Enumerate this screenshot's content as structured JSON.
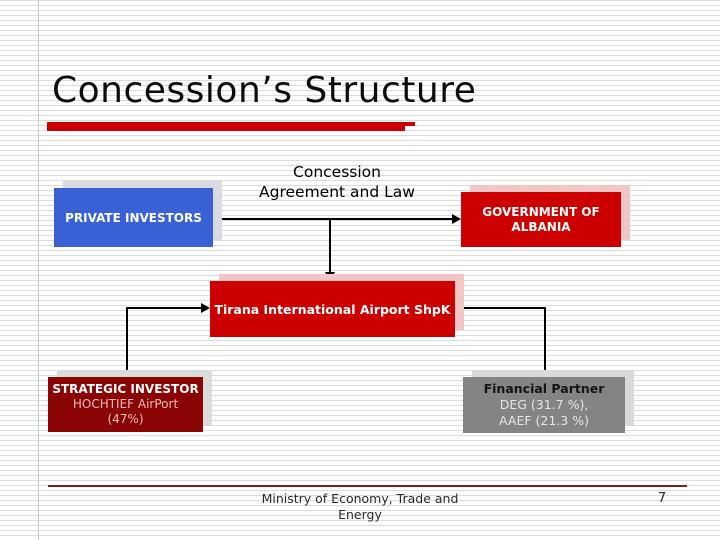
{
  "slide": {
    "title": "Concession’s Structure",
    "footer": "Ministry of Economy, Trade and Energy",
    "page_number": "7",
    "accent_color": "#cc0000",
    "background_rule_color": "#dcdcdc"
  },
  "diagram": {
    "agreement_label": {
      "line1": "Concession",
      "line2": "Agreement and Law"
    },
    "private_investors": {
      "label": "PRIVATE INVESTORS",
      "fill": "#3a60d6",
      "text_color": "#ffffff"
    },
    "government": {
      "line1": "GOVERNMENT OF",
      "line2": "ALBANIA",
      "fill": "#cc0000",
      "text_color": "#ffffff"
    },
    "airport_company": {
      "label": "Tirana International Airport ShpK",
      "fill": "#cc0000",
      "text_color": "#ffffff"
    },
    "strategic_investor": {
      "title": "STRATEGIC INVESTOR",
      "name": "HOCHTIEF AirPort",
      "share": "(47%)",
      "fill": "#8b0404",
      "title_color": "#ffffff",
      "detail_color": "#edbdbd"
    },
    "financial_partner": {
      "title": "Financial Partner",
      "partner1": "DEG (31.7 %),",
      "partner2": "AAEF (21.3 %)",
      "fill": "#848484",
      "title_color": "#141414",
      "detail_color": "#e6e6e6"
    },
    "connector_color": "#000000"
  }
}
